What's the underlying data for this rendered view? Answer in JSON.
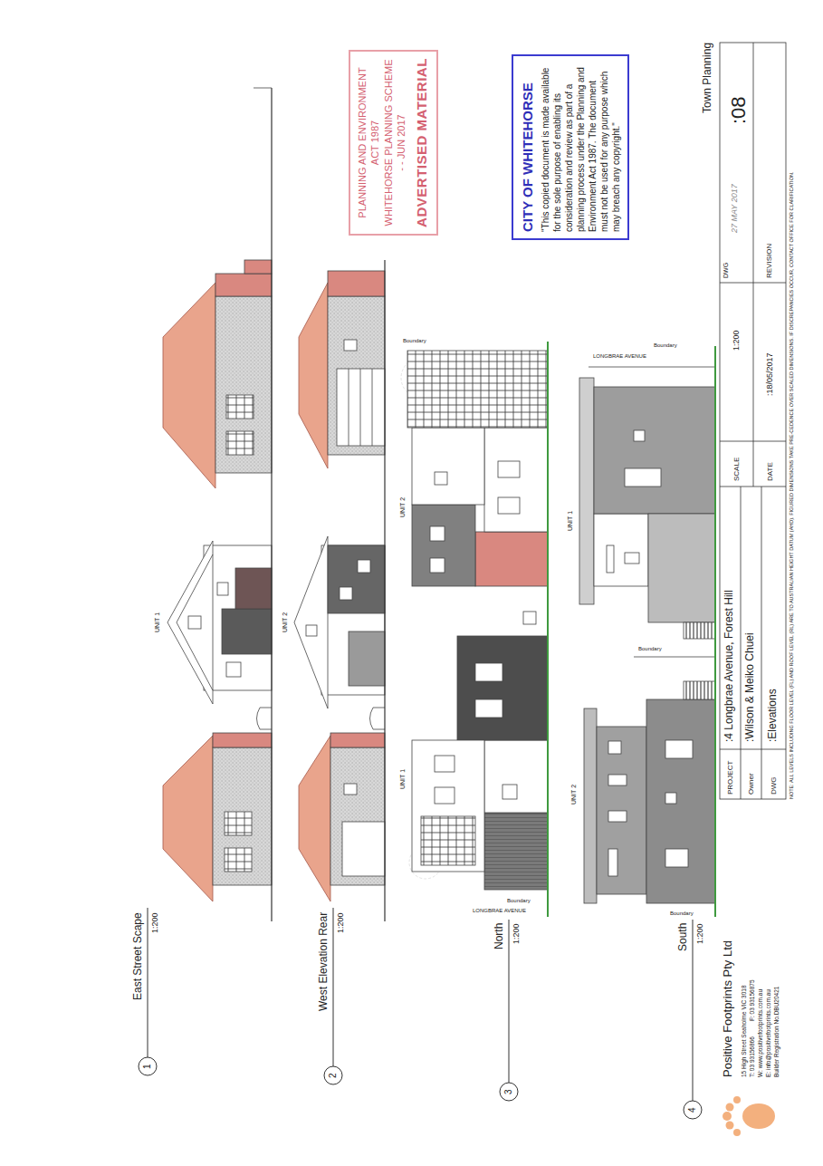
{
  "diagram": {
    "nodes": [
      {
        "text": [
          "PLANNING AND ENVIRONMENT ACT 1987",
          "WHITEHORSE PLANNING SCHEME",
          "- - JUN 2017",
          "ADVERTISED MATERIAL"
        ]
      },
      {
        "text": [
          "CITY OF WHITEHORSE",
          "\"This copied document is made available for the sole purpose of enabling its consideration and review as part of a planning process under the Planning and Environment Act 1987. The document must not be used for any purpose which may breach any copyright.\""
        ]
      }
    ],
    "labels": [
      "1",
      "East Street Scape",
      "1:200",
      "2",
      "West Elevation Rear",
      "1:200",
      "3",
      "North",
      "1:200",
      "4",
      "South",
      "1:200",
      "UNIT 1",
      "UNIT 2",
      "UNIT 1",
      "UNIT 2",
      "UNIT 2",
      "UNIT 1",
      "LONGBRAE AVENUE",
      "Boundary",
      "Boundary",
      "LONGBRAE AVENUE",
      "Boundary",
      "Boundary",
      "Boundary",
      "Positive Footprints Pty Ltd",
      "15 High Street Seaholme VIC 3018",
      "T: 03 93156866",
      "F: 03 93156875",
      "W: www.positivefootprints.com.au",
      "E: info@positivefootprints.com.au",
      "Builder Registration No.DBU20421",
      "PROJECT",
      ":4 Longbrae Avenue, Forest Hill",
      "Owner",
      ":Wilson & Meiko Chuei",
      "DWG",
      ":Elevations",
      "SCALE",
      "1:200",
      "DATE",
      ":18/05/2017",
      "DWG",
      "27 MAY 2017",
      "REVISION",
      ":08",
      "Town Planning",
      "NOTE: ALL LEVELS INCLUDING FLOOR LEVEL (FL) AND ROOF LEVEL (RL) ARE TO AUSTRALIAN HEIGHT DATUM (AHD). FIGURED DIMENSIONS TAKE PRE-CEDENCE OVER SCALED DIMENSIONS. IF DISCREPANCIES OCCUR, CONTACT OFFICE FOR CLARIFICATION."
    ]
  }
}
